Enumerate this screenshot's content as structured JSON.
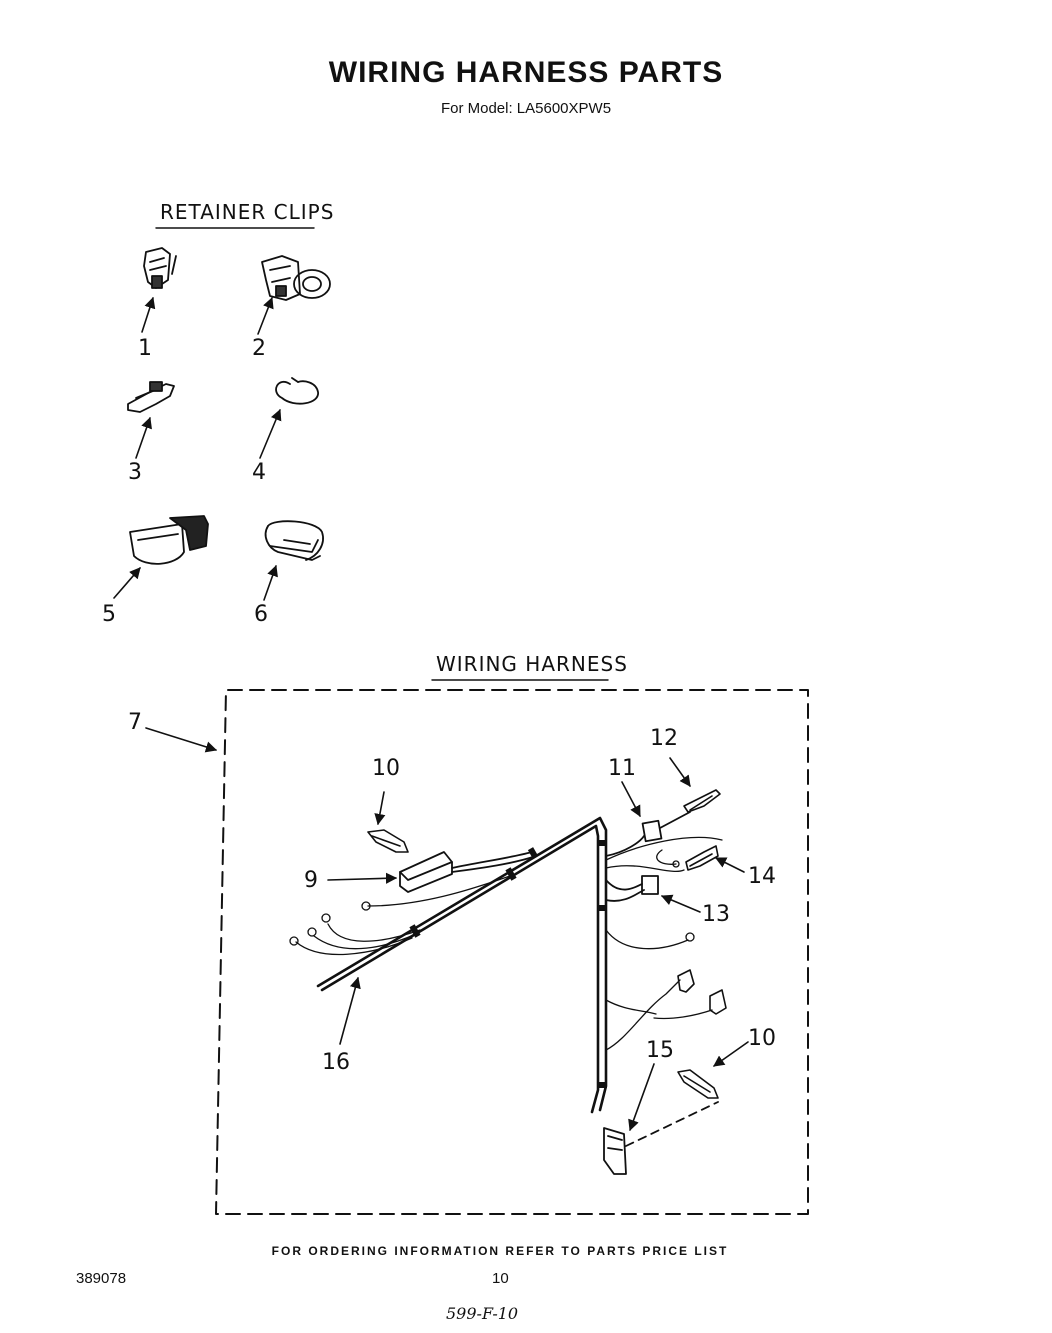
{
  "header": {
    "title": "WIRING HARNESS PARTS",
    "subtitle": "For Model: LA5600XPW5"
  },
  "sections": {
    "retainer_clips": "RETAINER CLIPS",
    "wiring_harness": "WIRING HARNESS"
  },
  "callouts": {
    "c1": "1",
    "c2": "2",
    "c3": "3",
    "c4": "4",
    "c5": "5",
    "c6": "6",
    "c7": "7",
    "c9": "9",
    "c10a": "10",
    "c10b": "10",
    "c11": "11",
    "c12": "12",
    "c13": "13",
    "c14": "14",
    "c15": "15",
    "c16": "16"
  },
  "footer": {
    "ordering_note": "FOR ORDERING INFORMATION REFER TO PARTS PRICE LIST",
    "doc_number": "389078",
    "page_number": "10",
    "handwritten_note": "599-F-10"
  }
}
